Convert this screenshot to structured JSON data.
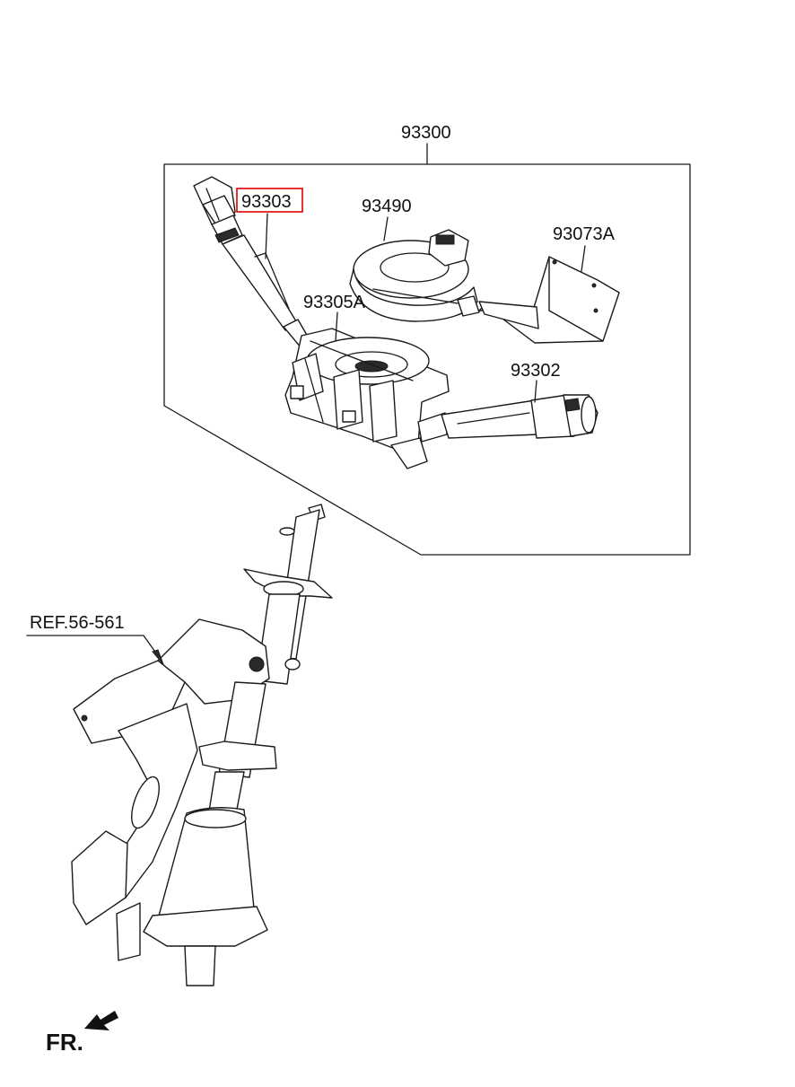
{
  "labels": {
    "assembly": "93300",
    "highlighted_part": "93303",
    "clock_spring": "93490",
    "bracket": "93073A",
    "switch_body": "93305A",
    "wiper_switch": "93302",
    "reference": "REF.56-561",
    "front_direction": "FR."
  },
  "colors": {
    "highlight_box": "#e00000",
    "line_art": "#1a1a1a",
    "background": "#ffffff"
  },
  "icons": {
    "front_arrow": "arrow-down-left-icon"
  }
}
